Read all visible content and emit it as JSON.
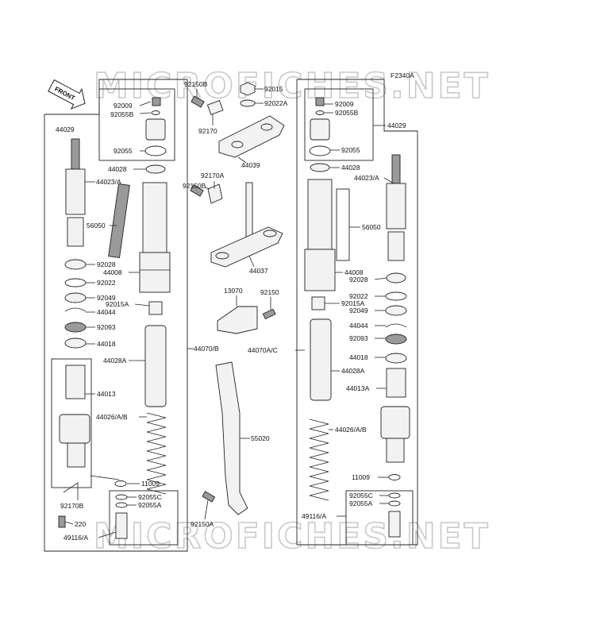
{
  "diagram": {
    "code": "F2340A",
    "watermark": "MICROFICHES.NET",
    "front_arrow": "FRONT",
    "labels": {
      "l_44029": "44029",
      "l_92009": "92009",
      "l_92055B": "92055B",
      "l_92055": "92055",
      "l_44028": "44028",
      "l_44023A": "44023/A",
      "l_56050": "56050",
      "l_92028": "92028",
      "l_44008": "44008",
      "l_92022": "92022",
      "l_92049": "92049",
      "l_92015A": "92015A",
      "l_44044": "44044",
      "l_92093": "92093",
      "l_44018": "44018",
      "l_44028A": "44028A",
      "l_44070B": "44070/B",
      "l_44013": "44013",
      "l_44026AB": "44026/A/B",
      "l_11009": "11009",
      "l_92055C": "92055C",
      "l_92055A": "92055A",
      "l_92170B": "92170B",
      "l_220": "220",
      "l_49116A": "49116/A",
      "l_92150B": "92150B",
      "l_92015": "92015",
      "l_92022A": "92022A",
      "l_92170": "92170",
      "l_44039": "44039",
      "l_92170A": "92170A",
      "l_44037": "44037",
      "l_13070": "13070",
      "l_92150": "92150",
      "l_55020": "55020",
      "l_92150A": "92150A",
      "l_44070AC": "44070A/C",
      "l_44013A": "44013A"
    }
  },
  "colors": {
    "line": "#222222",
    "watermark": "#c9c9c9",
    "part_fill": "#f2f2f2",
    "shade": "#9a9a9a"
  }
}
